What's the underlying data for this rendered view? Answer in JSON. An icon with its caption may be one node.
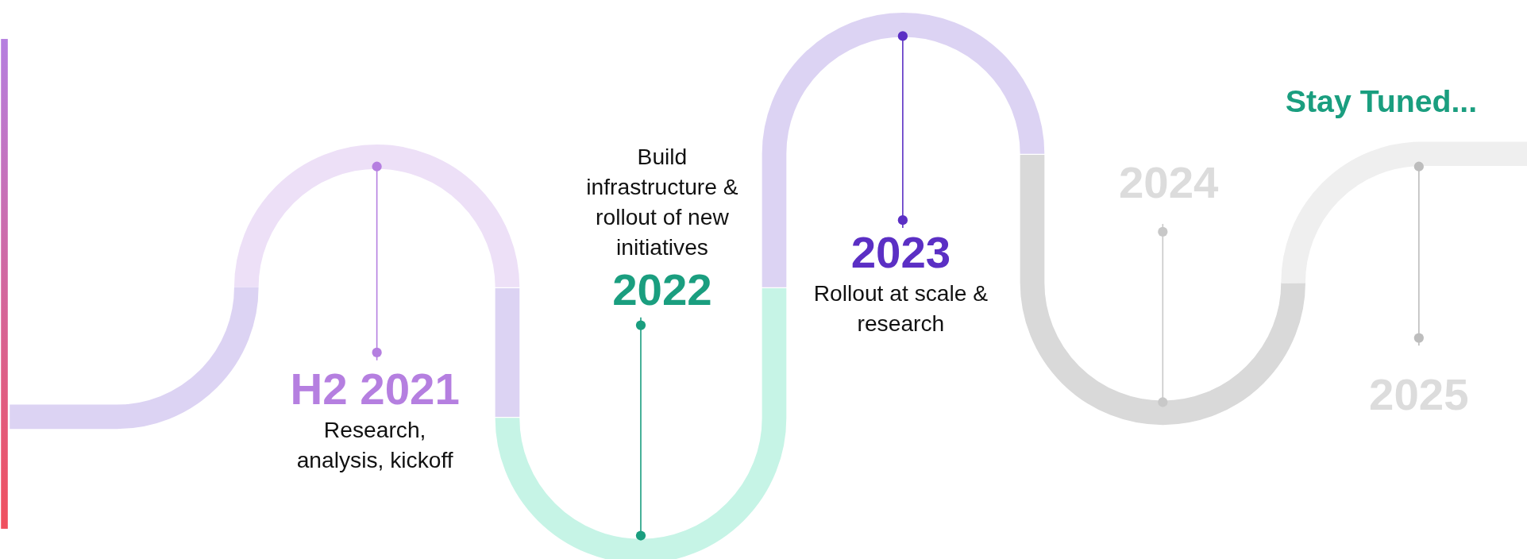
{
  "diagram": {
    "nodes": [
      {
        "text": [
          "H2 2021",
          "Research, analysis, kickoff"
        ]
      },
      {
        "text": [
          "Build infrastructure & rollout of new initiatives",
          "2022"
        ]
      },
      {
        "text": [
          "2023",
          "Rollout at scale & research"
        ]
      },
      {
        "text": [
          "2024"
        ]
      },
      {
        "text": [
          "2025"
        ]
      }
    ],
    "edges": [
      {
        "from": 0,
        "to": null,
        "arrow": "other",
        "color": "#b57fe0"
      },
      {
        "from": 1,
        "to": null,
        "arrow": "other",
        "color": "#1a9e7f"
      },
      {
        "from": 2,
        "to": null,
        "arrow": "other",
        "color": "#5b2fc4"
      },
      {
        "from": 3,
        "to": null,
        "arrow": "other",
        "color": "#c8c8c8"
      },
      {
        "from": 4,
        "to": null,
        "arrow": "other",
        "color": "#bdbdbd"
      }
    ],
    "labels": [
      "Stay Tuned..."
    ]
  }
}
